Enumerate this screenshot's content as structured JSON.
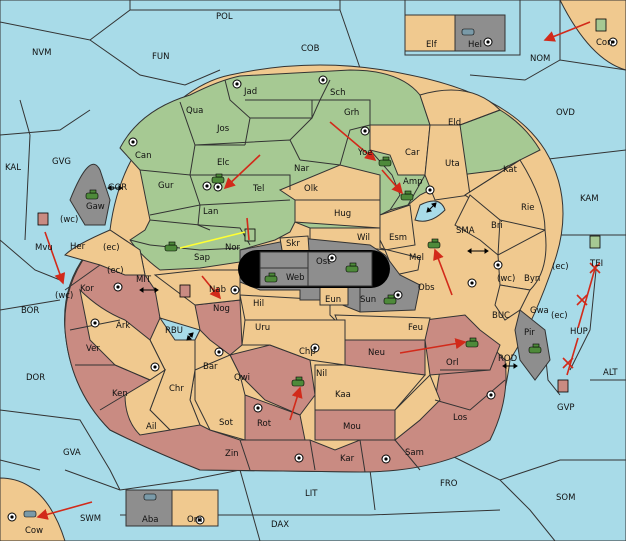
{
  "colors": {
    "sea": "#a8dbe8",
    "green_power": "#a6c993",
    "neutral": "#f0c98f",
    "red_power": "#c98b82",
    "impassable": "#8e8e8e",
    "black_power": "#000000",
    "order_arrow": "#d22a1a",
    "support_line": "#ffff33"
  },
  "sea_labels": {
    "POL": "POL",
    "COB": "COB",
    "NVM": "NVM",
    "FUN": "FUN",
    "NOM": "NOM",
    "OVD": "OVD",
    "KAL": "KAL",
    "GVG": "GVG",
    "KAM": "KAM",
    "GOR": "GOR",
    "SMA": "SMA",
    "MIT": "MIT",
    "BOR": "BOR",
    "RBU": "RBU",
    "BUC": "BUC",
    "ROD": "ROD",
    "ALT": "ALT",
    "DOR": "DOR",
    "GVA": "GVA",
    "FRO": "FRO",
    "SOM": "SOM",
    "SWM": "SWM",
    "LIT": "LIT",
    "DAX": "DAX"
  },
  "land_labels": {
    "Jad": "Jad",
    "Sch": "Sch",
    "Qua": "Qua",
    "Jos": "Jos",
    "Grh": "Grh",
    "Eld": "Eld",
    "Can": "Can",
    "Car": "Car",
    "Elc": "Elc",
    "Nar": "Nar",
    "Yoe": "Yoe",
    "Uta": "Uta",
    "Kat": "Kat",
    "Tel": "Tel",
    "Amp": "Amp",
    "Olk": "Olk",
    "Gur": "Gur",
    "Lan": "Lan",
    "Hug": "Hug",
    "Rie": "Rie",
    "Gaw": "Gaw",
    "Bri": "Bri",
    "Wil": "Wil",
    "Esm": "Esm",
    "Mvu": "Mvu",
    "Her": "Her",
    "Nor": "Nor",
    "Sap": "Sap",
    "Skr": "Skr",
    "Ost": "Ost",
    "Mel": "Mel",
    "Web": "Web",
    "Byn": "Byn",
    "Kor": "Kor",
    "Nab": "Nab",
    "Obs": "Obs",
    "Eun": "Eun",
    "Sun": "Sun",
    "Gwa": "Gwa",
    "Hil": "Hil",
    "Nog": "Nog",
    "Ark": "Ark",
    "Pir": "Pir",
    "Uru": "Uru",
    "Feu": "Feu",
    "Ver": "Ver",
    "Chp": "Chp",
    "Neu": "Neu",
    "Bar": "Bar",
    "Orl": "Orl",
    "Qwi": "Qwi",
    "Nil": "Nil",
    "Ken": "Ken",
    "Chr": "Chr",
    "Kaa": "Kaa",
    "Los": "Los",
    "Ail": "Ail",
    "Sot": "Sot",
    "Rot": "Rot",
    "Mou": "Mou",
    "Zin": "Zin",
    "Kar": "Kar",
    "Sam": "Sam",
    "TEI": "TEI",
    "HUP": "HUP",
    "GVP": "GVP",
    "Con": "Con",
    "Cow": "Cow",
    "Elf": "Elf",
    "Hel": "Hel",
    "Aba": "Aba",
    "Orn": "Orn"
  },
  "coast_labels": {
    "wc1": "(wc)",
    "ec1": "(ec)",
    "wc2": "(wc)",
    "ec2": "(ec)",
    "wc3": "(wc)",
    "ec3": "(ec)",
    "ec4": "(ec)"
  }
}
